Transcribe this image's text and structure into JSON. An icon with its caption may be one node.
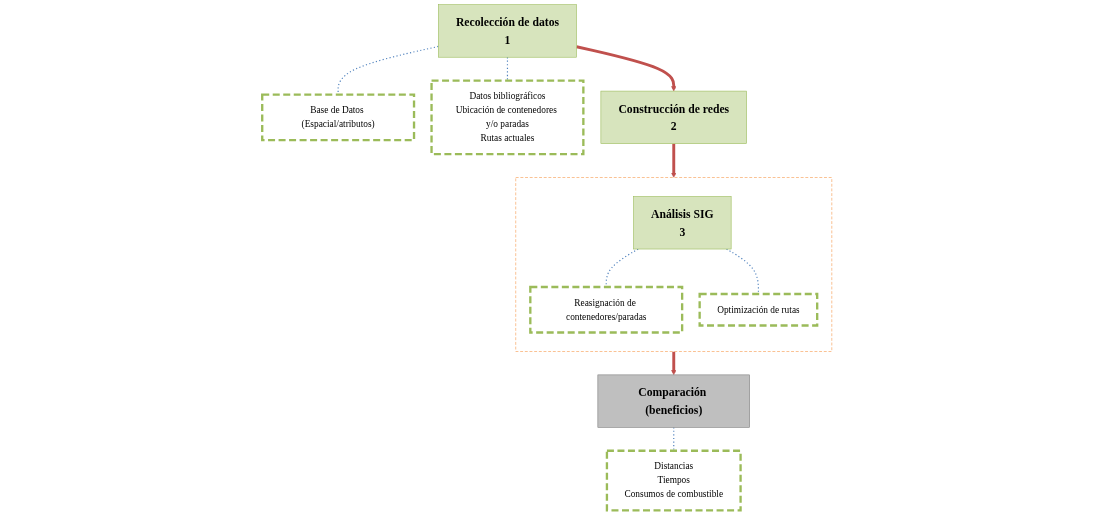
{
  "diagram": {
    "nodes": [
      {
        "text": [
          "Recolección de datos",
          "1"
        ]
      },
      {
        "text": [
          "Base de Datos (Espacial/atributos)"
        ]
      },
      {
        "text": [
          "Datos bibliográficos",
          "Ubicación de contenedores y/o paradas",
          "Rutas actuales"
        ]
      },
      {
        "text": [
          "Construcción de redes",
          "2"
        ]
      },
      {
        "text": [],
        "shape": "box"
      },
      {
        "text": [
          "Análisis SIG",
          "3"
        ],
        "in": 4
      },
      {
        "text": [
          "Reasignación de contenedores/paradas"
        ],
        "in": 4
      },
      {
        "text": [
          "Optimización de rutas"
        ],
        "in": 4
      },
      {
        "text": [
          "Comparación (beneficios)"
        ]
      },
      {
        "text": [
          "Distancias",
          "Tiempos",
          "Consumos de combustible"
        ]
      }
    ],
    "edges": [
      {
        "from": 0,
        "to": 3,
        "arrow": "to",
        "style": "thick",
        "color": "#c0504d"
      },
      {
        "from": 0,
        "to": 1,
        "arrow": "none",
        "style": "dashed"
      },
      {
        "from": 0,
        "to": 2,
        "arrow": "none",
        "style": "dashed"
      },
      {
        "from": 3,
        "to": 4,
        "arrow": "to",
        "style": "thick",
        "color": "#c0504d"
      },
      {
        "from": 5,
        "to": 6,
        "arrow": "none",
        "style": "dashed"
      },
      {
        "from": 5,
        "to": 7,
        "arrow": "none",
        "style": "dashed"
      },
      {
        "from": 4,
        "to": 8,
        "arrow": "to",
        "style": "thick",
        "color": "#c0504d"
      },
      {
        "from": 8,
        "to": 9,
        "arrow": "none",
        "style": "dashed"
      }
    ]
  }
}
